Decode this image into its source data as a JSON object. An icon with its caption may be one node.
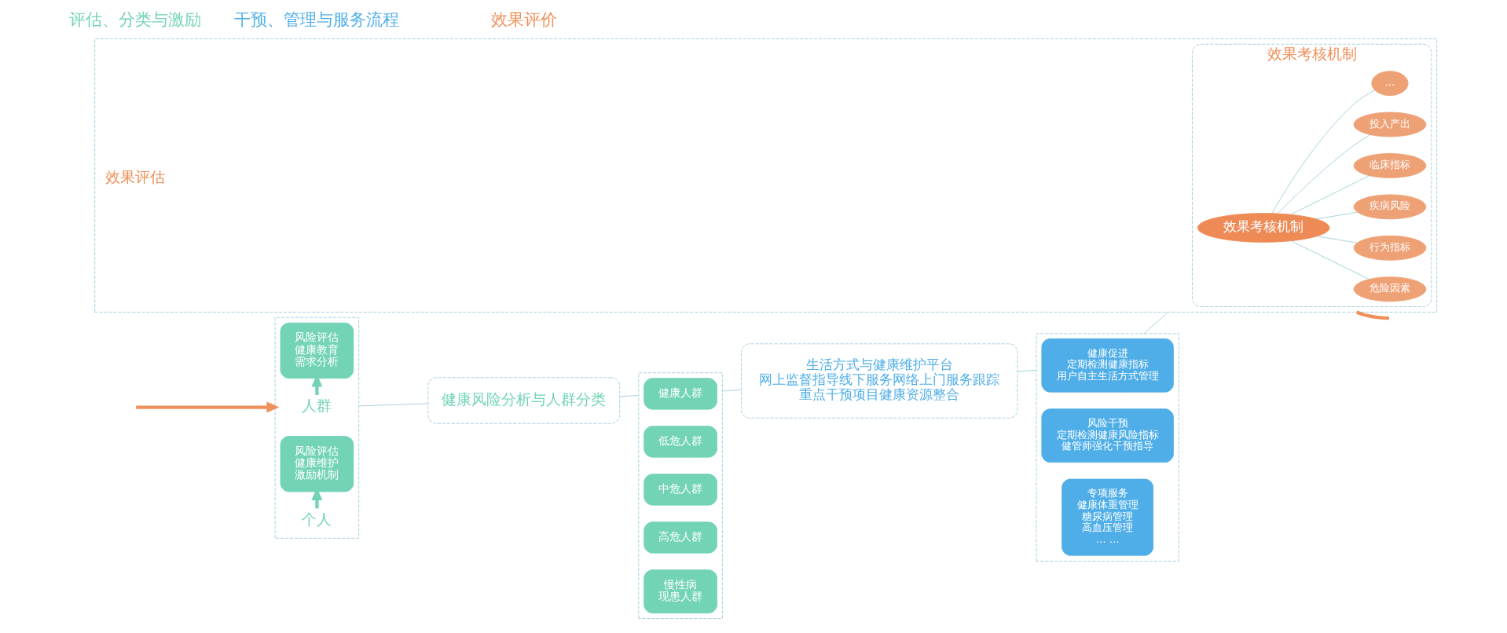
{
  "diagram": {
    "nodes": [
      {
        "text": [],
        "shape": "box"
      },
      {
        "text": [
          "人群"
        ],
        "in": 0
      },
      {
        "text": [
          "风险评估",
          "健康教育",
          "需求分析"
        ],
        "in": 0
      },
      {
        "text": [
          "风险评估",
          "健康维护",
          "激励机制"
        ],
        "in": 0
      },
      {
        "text": [
          "个人"
        ],
        "in": 0
      },
      {
        "text": [
          "健康风险分析与人群分类"
        ]
      },
      {
        "text": [],
        "shape": "box"
      },
      {
        "text": [
          "健康人群"
        ],
        "in": 6
      },
      {
        "text": [
          "低危人群"
        ],
        "in": 6
      },
      {
        "text": [
          "中危人群"
        ],
        "in": 6
      },
      {
        "text": [
          "高危人群"
        ],
        "in": 6
      },
      {
        "text": [
          "慢性病",
          "现患人群"
        ],
        "in": 6
      },
      {
        "text": [
          "生活方式与健康维护平台",
          "网上监督指导线下服务网络上门服务跟踪",
          "重点干预项目健康资源整合"
        ]
      },
      {
        "text": [],
        "shape": "box"
      },
      {
        "text": [
          "健康促进",
          "定期检测健康指标",
          "用户自主生活方式管理"
        ],
        "in": 13
      },
      {
        "text": [
          "风险干预",
          "定期检测健康风险指标",
          "健管师强化干预指导"
        ],
        "in": 13
      },
      {
        "text": [
          "专项服务",
          "健康体重管理",
          "糖尿病管理",
          "高血压管理",
          "… …"
        ],
        "in": 13
      },
      {
        "text": [],
        "shape": "box"
      },
      {
        "text": [
          "效果考核机制"
        ],
        "in": 17
      },
      {
        "text": [
          "效果考核机制"
        ],
        "in": 18
      },
      {
        "text": [
          "危险因素"
        ],
        "in": 18
      },
      {
        "text": [
          "行为指标"
        ],
        "in": 18
      },
      {
        "text": [
          "疾病风险"
        ],
        "in": 18
      },
      {
        "text": [
          "临床指标"
        ],
        "in": 18
      },
      {
        "text": [
          "投入产出"
        ],
        "in": 18
      },
      {
        "text": [
          "…"
        ],
        "in": 18
      },
      {
        "text": [
          "效果评估"
        ],
        "in": 17
      }
    ],
    "edges": [
      {
        "from": 1,
        "to": 2,
        "arrow": "to",
        "style": "thick"
      },
      {
        "from": 4,
        "to": 3,
        "arrow": "to",
        "style": "thick"
      },
      {
        "from": 0,
        "to": 5,
        "arrow": "none"
      },
      {
        "from": 5,
        "to": 6,
        "arrow": "none"
      },
      {
        "from": 6,
        "to": 12,
        "arrow": "none"
      },
      {
        "from": 12,
        "to": 13,
        "arrow": "none"
      },
      {
        "from": 13,
        "to": 17,
        "arrow": "none"
      },
      {
        "from": 19,
        "to": 20,
        "arrow": "none"
      },
      {
        "from": 19,
        "to": 21,
        "arrow": "none"
      },
      {
        "from": 19,
        "to": 22,
        "arrow": "none"
      },
      {
        "from": 19,
        "to": 23,
        "arrow": "none"
      },
      {
        "from": 19,
        "to": 24,
        "arrow": "none"
      },
      {
        "from": 19,
        "to": 25,
        "arrow": "none"
      },
      {
        "from": null,
        "to": 0,
        "arrow": "to",
        "style": "thick",
        "color": "#f0905a"
      },
      {
        "from": 17,
        "to": null,
        "arrow": "none",
        "style": "thick",
        "color": "#f0905a"
      }
    ],
    "labels": [
      "评估、分类与激励",
      "干预、管理与服务流程",
      "效果评价"
    ]
  }
}
